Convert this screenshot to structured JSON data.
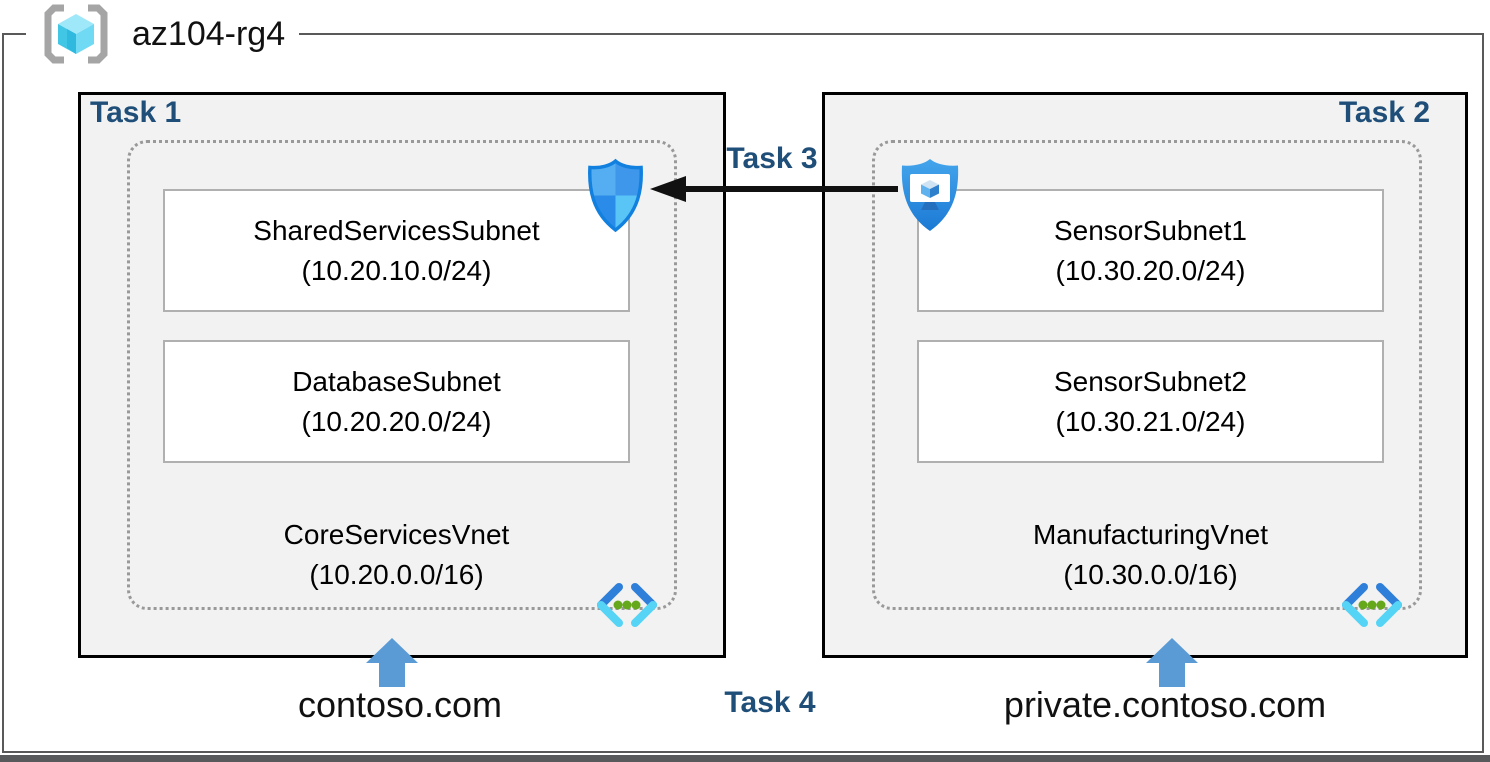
{
  "resource_group": {
    "name": "az104-rg4"
  },
  "tasks": {
    "task1": "Task 1",
    "task2": "Task 2",
    "task3": "Task 3",
    "task4": "Task 4"
  },
  "left_vnet": {
    "name": "CoreServicesVnet",
    "cidr": "(10.20.0.0/16)",
    "domain": "contoso.com",
    "subnets": [
      {
        "name": "SharedServicesSubnet",
        "cidr": "(10.20.10.0/24)"
      },
      {
        "name": "DatabaseSubnet",
        "cidr": "(10.20.20.0/24)"
      }
    ]
  },
  "right_vnet": {
    "name": "ManufacturingVnet",
    "cidr": "(10.30.0.0/16)",
    "domain": "private.contoso.com",
    "subnets": [
      {
        "name": "SensorSubnet1",
        "cidr": "(10.30.20.0/24)"
      },
      {
        "name": "SensorSubnet2",
        "cidr": "(10.30.21.0/24)"
      }
    ]
  },
  "icons": {
    "resource_group": "resource-group-brackets-cube",
    "left_shield": "network-security-group-shield",
    "right_shield": "bastion-shield-monitor",
    "vnet": "virtual-network-chevrons-dots"
  },
  "colors": {
    "task_label_navy": "#1F4E79",
    "up_arrow_blue": "#5B9BD5",
    "box_fill_gray": "#F2F2F2",
    "frame_gray": "#595959",
    "arrow_black": "#111111"
  }
}
